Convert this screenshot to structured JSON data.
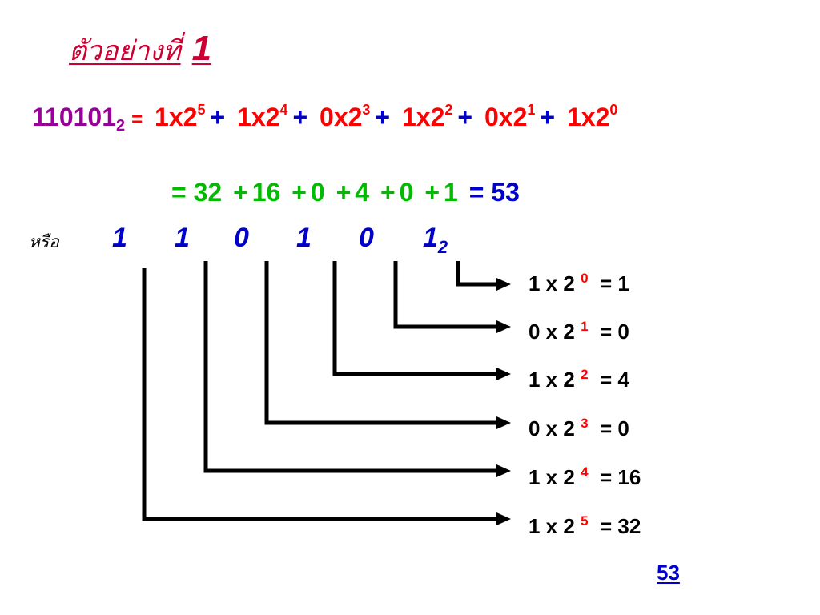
{
  "title": {
    "thai": "ตัวอย่างที่",
    "number": "1"
  },
  "equation1": {
    "lhs_value": "110101",
    "lhs_base": "2",
    "equals": "=",
    "terms": [
      {
        "coef": "1x2",
        "exp": "5"
      },
      {
        "coef": "1x2",
        "exp": "4"
      },
      {
        "coef": "0x2",
        "exp": "3"
      },
      {
        "coef": "1x2",
        "exp": "2"
      },
      {
        "coef": "0x2",
        "exp": "1"
      },
      {
        "coef": "1x2",
        "exp": "0"
      }
    ],
    "plus": "+"
  },
  "equation2": {
    "equals": "=",
    "values": [
      "32",
      "16",
      "0",
      "4",
      "0",
      "1"
    ],
    "plus": "+",
    "result": "= 53"
  },
  "or_label": "หรือ",
  "digits": [
    "1",
    "1",
    "0",
    "1",
    "0",
    "1"
  ],
  "digits_base": "2",
  "breakdown": [
    {
      "left": "1 x 2",
      "exp": "0",
      "right": "=  1"
    },
    {
      "left": "0 x 2",
      "exp": "1",
      "right": "=  0"
    },
    {
      "left": "1 x 2",
      "exp": "2",
      "right": "=  4"
    },
    {
      "left": "0 x 2",
      "exp": "3",
      "right": "=  0"
    },
    {
      "left": "1 x 2",
      "exp": "4",
      "right": "=  16"
    },
    {
      "left": "1 x 2",
      "exp": "5",
      "right": "=  32"
    }
  ],
  "total": "53",
  "colors": {
    "title": "#cc0033",
    "binary_lhs": "#990099",
    "terms": "#ff0000",
    "plus": "#0000cc",
    "sum_values": "#00bb00",
    "digits": "#0000cc",
    "exponent": "#ff0000"
  }
}
